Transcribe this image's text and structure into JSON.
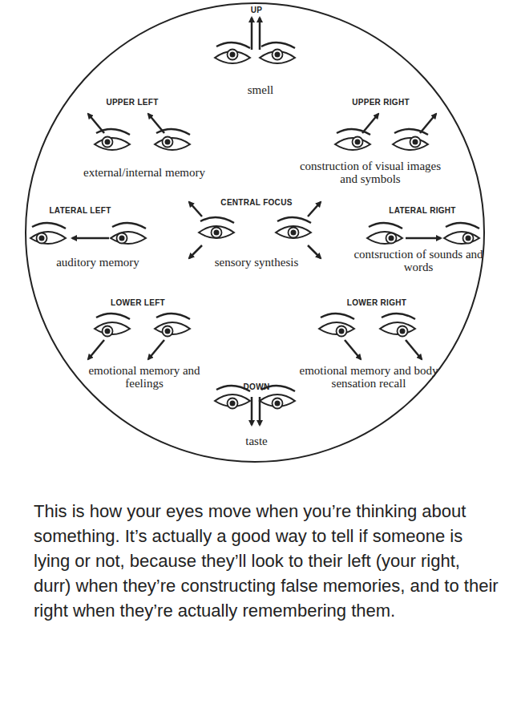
{
  "diagram": {
    "caption": "This is how your eyes move when you’re thinking about something. It’s actually a good way to tell if someone is lying or not, because they’ll look to their left (your right, durr) when they’re constructing false memories, and to their right when they’re actually remembering them.",
    "labels": [
      "UP",
      "smell",
      "UPPER LEFT",
      "UPPER RIGHT",
      "external/internal memory",
      "construction of visual images and symbols",
      "LATERAL LEFT",
      "CENTRAL FOCUS",
      "LATERAL RIGHT",
      "auditory memory",
      "sensory synthesis",
      "contsruction of sounds and words",
      "LOWER LEFT",
      "LOWER RIGHT",
      "emotional memory and feelings",
      "emotional memory and body sensation recall",
      "DOWN",
      "taste"
    ]
  }
}
